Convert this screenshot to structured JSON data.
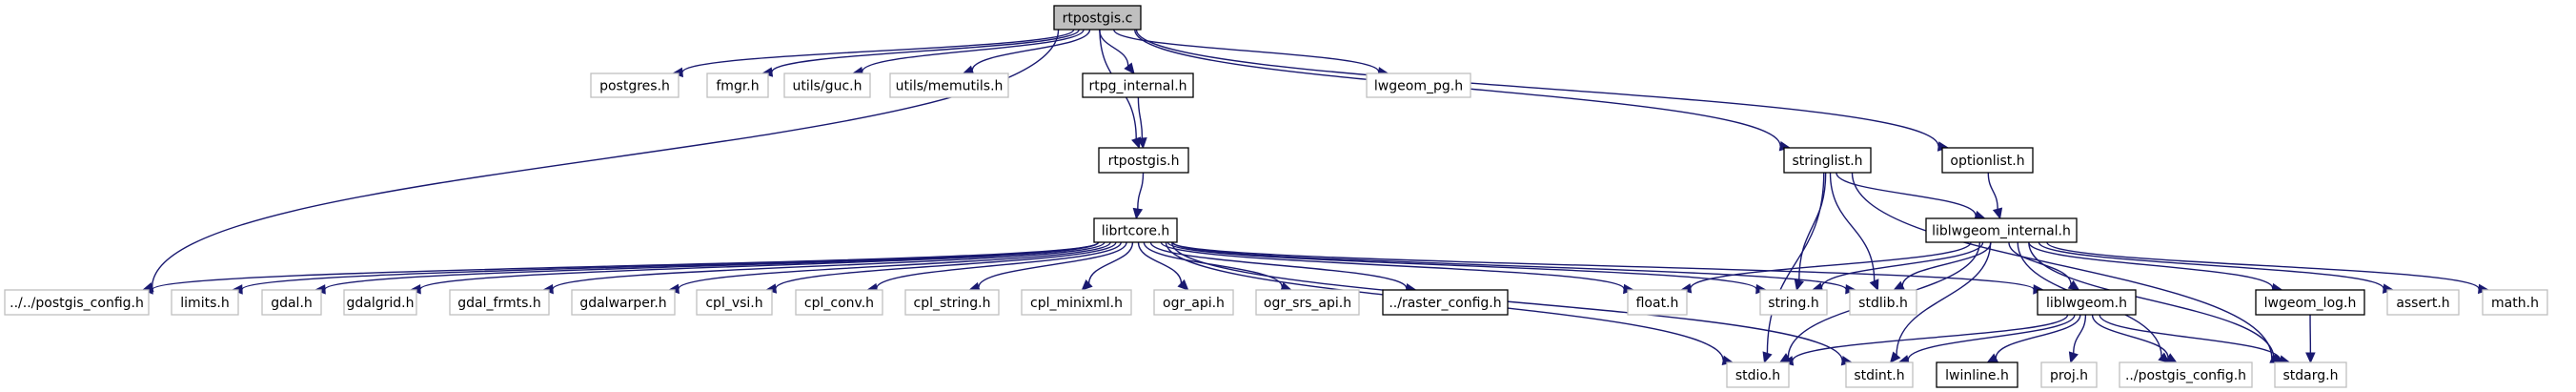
{
  "diagram": {
    "type": "include-dependency-graph",
    "colors": {
      "edge": "#191970",
      "root_fill": "#bfbfbf",
      "node_border": "#000000",
      "external_border": "#bfbfbf"
    },
    "nodes": [
      {
        "id": "rtpostgis_c",
        "label": "rtpostgis.c",
        "kind": "root"
      },
      {
        "id": "postgres_h",
        "label": "postgres.h",
        "kind": "external"
      },
      {
        "id": "fmgr_h",
        "label": "fmgr.h",
        "kind": "external"
      },
      {
        "id": "utils_guc_h",
        "label": "utils/guc.h",
        "kind": "external"
      },
      {
        "id": "utils_memutils_h",
        "label": "utils/memutils.h",
        "kind": "external"
      },
      {
        "id": "rtpg_internal_h",
        "label": "rtpg_internal.h",
        "kind": "normal"
      },
      {
        "id": "lwgeom_pg_h",
        "label": "lwgeom_pg.h",
        "kind": "external"
      },
      {
        "id": "rtpostgis_h",
        "label": "rtpostgis.h",
        "kind": "normal"
      },
      {
        "id": "stringlist_h",
        "label": "stringlist.h",
        "kind": "normal"
      },
      {
        "id": "optionlist_h",
        "label": "optionlist.h",
        "kind": "normal"
      },
      {
        "id": "librtcore_h",
        "label": "librtcore.h",
        "kind": "normal"
      },
      {
        "id": "liblwgeom_internal_h",
        "label": "liblwgeom_internal.h",
        "kind": "normal"
      },
      {
        "id": "postgis_config_up2",
        "label": "../../postgis_config.h",
        "kind": "external"
      },
      {
        "id": "limits_h",
        "label": "limits.h",
        "kind": "external"
      },
      {
        "id": "gdal_h",
        "label": "gdal.h",
        "kind": "external"
      },
      {
        "id": "gdalgrid_h",
        "label": "gdalgrid.h",
        "kind": "external"
      },
      {
        "id": "gdal_frmts_h",
        "label": "gdal_frmts.h",
        "kind": "external"
      },
      {
        "id": "gdalwarper_h",
        "label": "gdalwarper.h",
        "kind": "external"
      },
      {
        "id": "cpl_vsi_h",
        "label": "cpl_vsi.h",
        "kind": "external"
      },
      {
        "id": "cpl_conv_h",
        "label": "cpl_conv.h",
        "kind": "external"
      },
      {
        "id": "cpl_string_h",
        "label": "cpl_string.h",
        "kind": "external"
      },
      {
        "id": "cpl_minixml_h",
        "label": "cpl_minixml.h",
        "kind": "external"
      },
      {
        "id": "ogr_api_h",
        "label": "ogr_api.h",
        "kind": "external"
      },
      {
        "id": "ogr_srs_api_h",
        "label": "ogr_srs_api.h",
        "kind": "external"
      },
      {
        "id": "raster_config_h",
        "label": "../raster_config.h",
        "kind": "normal"
      },
      {
        "id": "float_h",
        "label": "float.h",
        "kind": "external"
      },
      {
        "id": "string_h",
        "label": "string.h",
        "kind": "external"
      },
      {
        "id": "stdlib_h",
        "label": "stdlib.h",
        "kind": "external"
      },
      {
        "id": "liblwgeom_h",
        "label": "liblwgeom.h",
        "kind": "normal"
      },
      {
        "id": "lwgeom_log_h",
        "label": "lwgeom_log.h",
        "kind": "normal"
      },
      {
        "id": "assert_h",
        "label": "assert.h",
        "kind": "external"
      },
      {
        "id": "math_h",
        "label": "math.h",
        "kind": "external"
      },
      {
        "id": "stdio_h",
        "label": "stdio.h",
        "kind": "external"
      },
      {
        "id": "stdint_h",
        "label": "stdint.h",
        "kind": "external"
      },
      {
        "id": "lwinline_h",
        "label": "lwinline.h",
        "kind": "normal"
      },
      {
        "id": "proj_h",
        "label": "proj.h",
        "kind": "external"
      },
      {
        "id": "postgis_config_up1",
        "label": "../postgis_config.h",
        "kind": "external"
      },
      {
        "id": "stdarg_h",
        "label": "stdarg.h",
        "kind": "external"
      }
    ],
    "edges": [
      [
        "rtpostgis_c",
        "postgres_h"
      ],
      [
        "rtpostgis_c",
        "fmgr_h"
      ],
      [
        "rtpostgis_c",
        "utils_guc_h"
      ],
      [
        "rtpostgis_c",
        "utils_memutils_h"
      ],
      [
        "rtpostgis_c",
        "postgis_config_up2"
      ],
      [
        "rtpostgis_c",
        "rtpg_internal_h"
      ],
      [
        "rtpostgis_c",
        "rtpostgis_h"
      ],
      [
        "rtpostgis_c",
        "lwgeom_pg_h"
      ],
      [
        "rtpostgis_c",
        "stringlist_h"
      ],
      [
        "rtpostgis_c",
        "optionlist_h"
      ],
      [
        "rtpg_internal_h",
        "rtpostgis_h"
      ],
      [
        "rtpostgis_h",
        "librtcore_h"
      ],
      [
        "librtcore_h",
        "postgis_config_up2"
      ],
      [
        "librtcore_h",
        "limits_h"
      ],
      [
        "librtcore_h",
        "gdal_h"
      ],
      [
        "librtcore_h",
        "gdalgrid_h"
      ],
      [
        "librtcore_h",
        "gdal_frmts_h"
      ],
      [
        "librtcore_h",
        "gdalwarper_h"
      ],
      [
        "librtcore_h",
        "cpl_vsi_h"
      ],
      [
        "librtcore_h",
        "cpl_conv_h"
      ],
      [
        "librtcore_h",
        "cpl_string_h"
      ],
      [
        "librtcore_h",
        "cpl_minixml_h"
      ],
      [
        "librtcore_h",
        "ogr_api_h"
      ],
      [
        "librtcore_h",
        "ogr_srs_api_h"
      ],
      [
        "librtcore_h",
        "raster_config_h"
      ],
      [
        "librtcore_h",
        "float_h"
      ],
      [
        "librtcore_h",
        "string_h"
      ],
      [
        "librtcore_h",
        "stdlib_h"
      ],
      [
        "librtcore_h",
        "liblwgeom_h"
      ],
      [
        "librtcore_h",
        "stdio_h"
      ],
      [
        "librtcore_h",
        "stdint_h"
      ],
      [
        "stringlist_h",
        "liblwgeom_internal_h"
      ],
      [
        "stringlist_h",
        "stdio_h"
      ],
      [
        "stringlist_h",
        "string_h"
      ],
      [
        "stringlist_h",
        "stdlib_h"
      ],
      [
        "stringlist_h",
        "stdarg_h"
      ],
      [
        "optionlist_h",
        "liblwgeom_internal_h"
      ],
      [
        "liblwgeom_internal_h",
        "float_h"
      ],
      [
        "liblwgeom_internal_h",
        "string_h"
      ],
      [
        "liblwgeom_internal_h",
        "stdlib_h"
      ],
      [
        "liblwgeom_internal_h",
        "liblwgeom_h"
      ],
      [
        "liblwgeom_internal_h",
        "lwgeom_log_h"
      ],
      [
        "liblwgeom_internal_h",
        "assert_h"
      ],
      [
        "liblwgeom_internal_h",
        "math_h"
      ],
      [
        "liblwgeom_internal_h",
        "stdio_h"
      ],
      [
        "liblwgeom_internal_h",
        "stdint_h"
      ],
      [
        "liblwgeom_internal_h",
        "postgis_config_up1"
      ],
      [
        "liblwgeom_internal_h",
        "stdarg_h"
      ],
      [
        "liblwgeom_h",
        "stdio_h"
      ],
      [
        "liblwgeom_h",
        "stdint_h"
      ],
      [
        "liblwgeom_h",
        "lwinline_h"
      ],
      [
        "liblwgeom_h",
        "proj_h"
      ],
      [
        "liblwgeom_h",
        "postgis_config_up1"
      ],
      [
        "liblwgeom_h",
        "stdarg_h"
      ],
      [
        "lwgeom_log_h",
        "stdarg_h"
      ]
    ]
  }
}
